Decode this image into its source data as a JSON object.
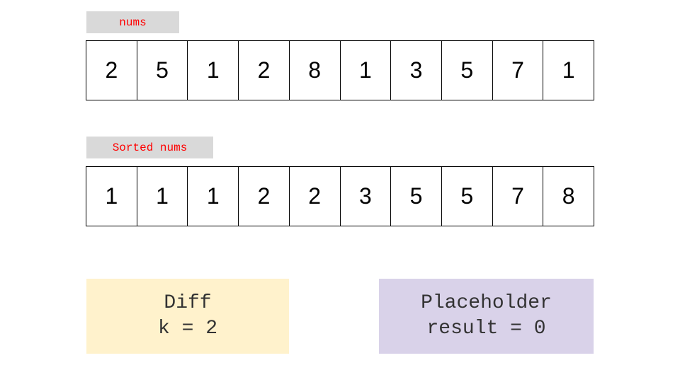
{
  "nums": {
    "label": "nums",
    "values": [
      "2",
      "5",
      "1",
      "2",
      "8",
      "1",
      "3",
      "5",
      "7",
      "1"
    ]
  },
  "sorted": {
    "label": "Sorted nums",
    "values": [
      "1",
      "1",
      "1",
      "2",
      "2",
      "3",
      "5",
      "5",
      "7",
      "8"
    ]
  },
  "diff": {
    "title": "Diff",
    "value": "k = 2"
  },
  "placeholder": {
    "title": "Placeholder",
    "value": "result = 0"
  },
  "colors": {
    "label_bg": "#d9d9d9",
    "label_text": "#ff0000",
    "diff_bg": "#fff2cc",
    "placeholder_bg": "#d9d2e9"
  }
}
